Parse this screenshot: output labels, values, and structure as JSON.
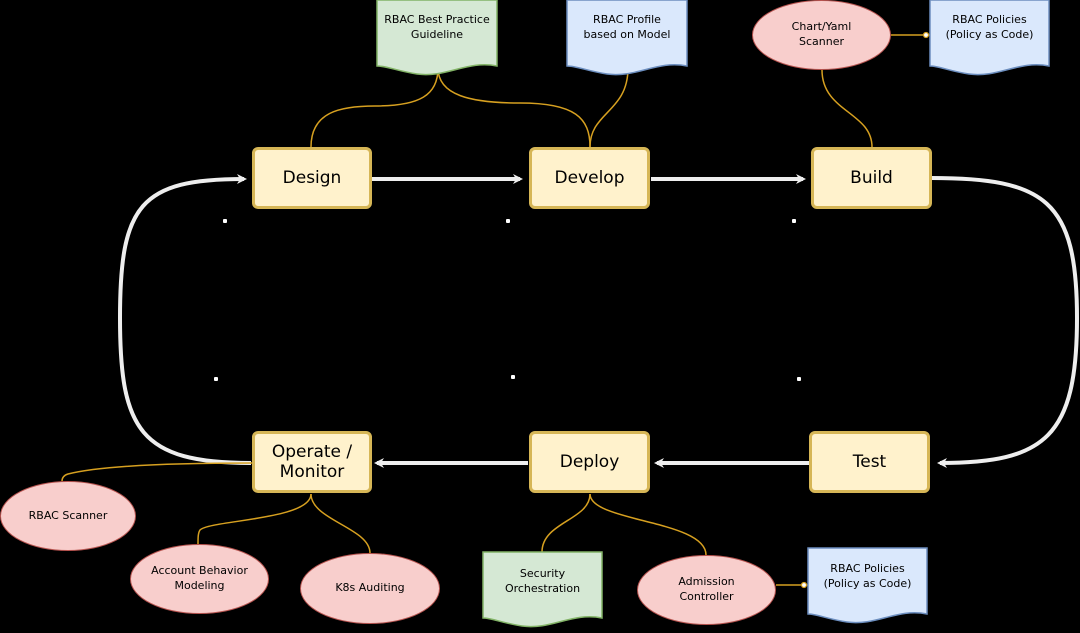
{
  "stages": {
    "design": "Design",
    "develop": "Develop",
    "build": "Build",
    "test": "Test",
    "deploy": "Deploy",
    "operate": "Operate /\nMonitor"
  },
  "artifacts": {
    "rbac_best_practice": "RBAC Best Practice\nGuideline",
    "rbac_profile": "RBAC Profile\nbased on Model",
    "chart_yaml_scanner": "Chart/Yaml\nScanner",
    "rbac_policies_top": "RBAC Policies\n(Policy as Code)",
    "rbac_scanner": "RBAC Scanner",
    "account_behavior": "Account Behavior\nModeling",
    "k8s_auditing": "K8s Auditing",
    "security_orchestration": "Security\nOrchestration",
    "admission_controller": "Admission\nController",
    "rbac_policies_bottom": "RBAC Policies\n(Policy as Code)"
  },
  "colors": {
    "background": "#000000",
    "stage_fill": "#fff2cc",
    "stage_stroke": "#d6b656",
    "flow_arrow": "#eeeeee",
    "connector": "#d6a020",
    "doc_green_fill": "#d5e8d4",
    "doc_green_stroke": "#82b366",
    "doc_blue_fill": "#dae8fc",
    "doc_blue_stroke": "#6c8ebf",
    "ellipse_fill": "#f8cecc",
    "ellipse_stroke": "#b85450"
  }
}
